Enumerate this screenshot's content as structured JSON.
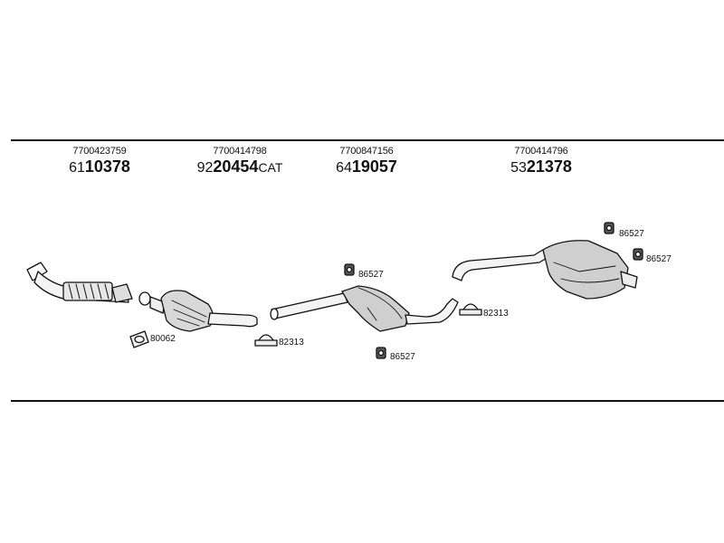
{
  "headers": [
    {
      "oem": "7700423759",
      "prefix": "61",
      "code": "10378",
      "suffix": ""
    },
    {
      "oem": "7700414798",
      "prefix": "92",
      "code": "20454",
      "suffix": "CAT"
    },
    {
      "oem": "7700847156",
      "prefix": "64",
      "code": "19057",
      "suffix": ""
    },
    {
      "oem": "7700414796",
      "prefix": "53",
      "code": "21378",
      "suffix": ""
    }
  ],
  "part_labels": {
    "gasket": "80062",
    "clamp_1": "82313",
    "clamp_2": "82313",
    "hanger_mid_top": "86527",
    "hanger_mid_bottom": "86527",
    "hanger_rear_1": "86527",
    "hanger_rear_2": "86527"
  },
  "colors": {
    "line": "#111111",
    "fill": "#e6e6e6",
    "shade": "#9a9a9a"
  }
}
